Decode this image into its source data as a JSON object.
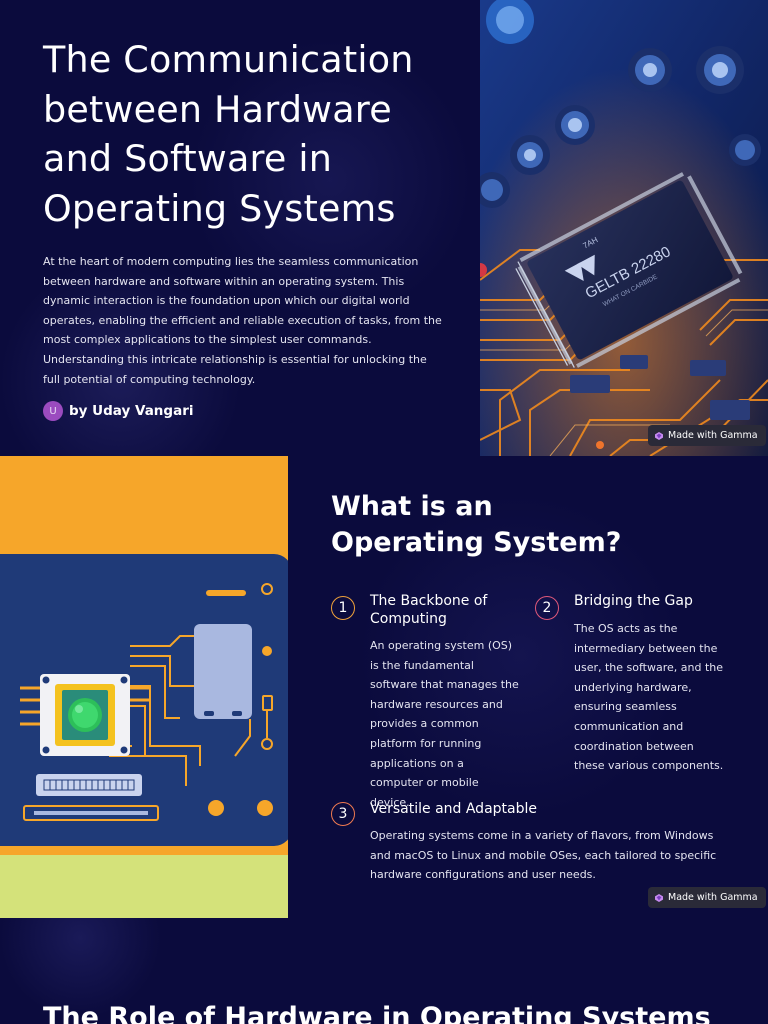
{
  "slide1": {
    "title": "The Communication between Hardware and Software in Operating Systems",
    "intro": "At the heart of modern computing lies the seamless communication between hardware and software within an operating system. This dynamic interaction is the foundation upon which our digital world operates, enabling the efficient and reliable execution of tasks, from the most complex applications to the simplest user commands. Understanding this intricate relationship is essential for unlocking the full potential of computing technology.",
    "author_initial": "U",
    "author": "by Uday Vangari",
    "chip_label_1": "7AH",
    "chip_label_2": "GELTB 22280",
    "chip_label_3": "WHAT ON CARBIDE",
    "badge": "Made with Gamma"
  },
  "slide2": {
    "title": "What is an Operating System?",
    "items": [
      {
        "number": "1",
        "title": "The Backbone of Computing",
        "body": "An operating system (OS) is the fundamental software that manages the hardware resources and provides a common platform for running applications on a computer or mobile device."
      },
      {
        "number": "2",
        "title": "Bridging the Gap",
        "body": "The OS acts as the intermediary between the user, the software, and the underlying hardware, ensuring seamless communication and coordination between these various components."
      },
      {
        "number": "3",
        "title": "Versatile and Adaptable",
        "body": "Operating systems come in a variety of flavors, from Windows and macOS to Linux and mobile OSes, each tailored to specific hardware configurations and user needs."
      }
    ],
    "badge": "Made with Gamma"
  },
  "slide3": {
    "title": "The Role of Hardware in Operating Systems"
  },
  "colors": {
    "background": "#0b0b3d",
    "number_1": "#f0a23a",
    "number_2": "#e0587a",
    "number_3": "#f07a50",
    "avatar": "#9b4bbf"
  }
}
